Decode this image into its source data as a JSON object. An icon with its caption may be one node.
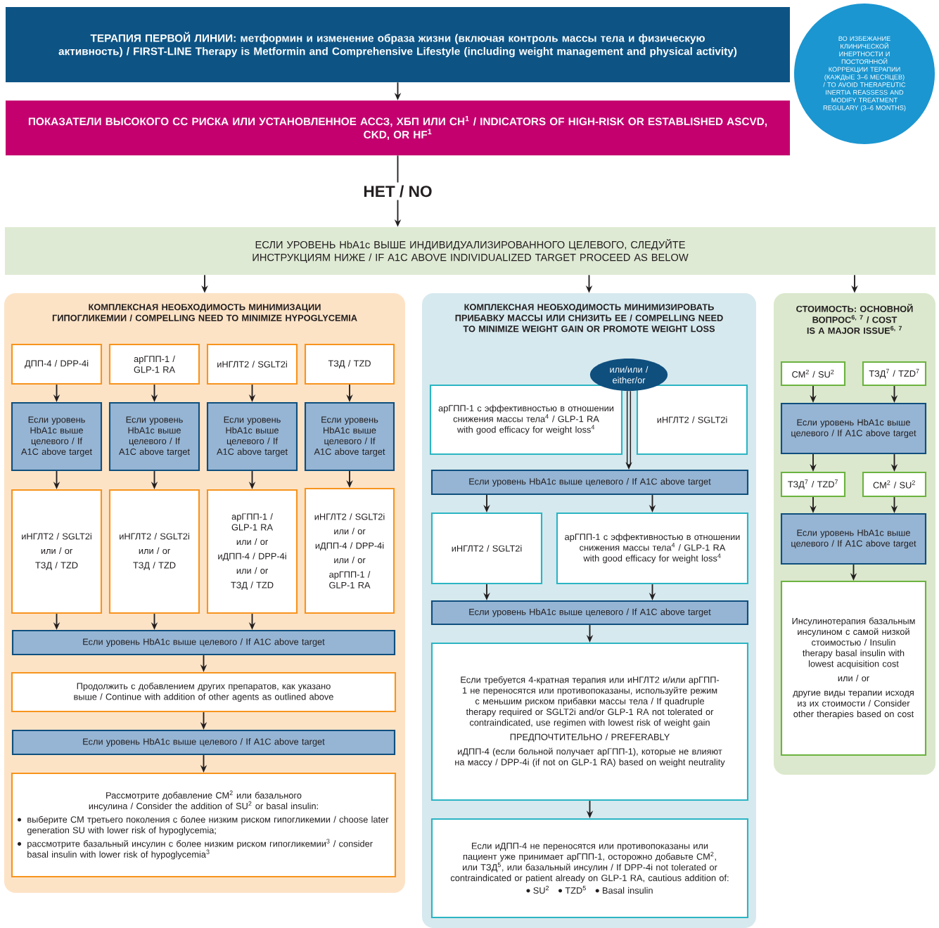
{
  "diagram": {
    "nodes": [
      {
        "text": [
          "ТЕРАПИЯ ПЕРВОЙ ЛИНИИ: метформин и изменение образа жизни (включая контроль массы тела и физическую активность) / FIRST-LINE Therapy is Metformin and Comprehensive Lifestyle (including weight management and physical activity)"
        ]
      },
      {
        "text": [
          "ВО ИЗБЕЖАНИЕ КЛИНИЧЕСКОЙ ИНЕРТНОСТИ И ПОСТОЯННОЙ КОРРЕКЦИИ ТЕРАПИИ (КАЖДЫЕ 3–6 МЕСЯЦЕВ) / TO AVOID THERAPEUTIC INERTIA REASSESS AND MODIFY TREATMENT REGULARY (3–6 MONTHS)"
        ]
      },
      {
        "text": [
          "ПОКАЗАТЕЛИ ВЫСОКОГО СС РИСКА ИЛИ УСТАНОВЛЕННОЕ АССЗ, ХБП ИЛИ СН$^{1}$ / INDICATORS OF HIGH-RISK OR ESTABLISHED ASCVD, CKD, OR HF$^{1}$"
        ]
      },
      {
        "text": [
          "ЕСЛИ УРОВЕНЬ HbA1c ВЫШЕ ИНДИВИДУАЛИЗИРОВАННОГО ЦЕЛЕВОГО, СЛЕДУЙТЕ ИНСТРУКЦИЯМ НИЖЕ / IF A1C ABOVE INDIVIDUALIZED TARGET PROCEED AS BELOW"
        ]
      },
      {
        "text": [
          "КОМПЛЕКСНАЯ НЕОБХОДИМОСТЬ МИНИМИЗАЦИИ ГИПОГЛИКЕМИИ / COMPELLING NEED TO MINIMIZE HYPOGLYCEMIA"
        ]
      },
      {
        "text": [
          "ДПП-4 / DPP-4i"
        ],
        "in": 4
      },
      {
        "text": [
          "арГПП-1 / GLP-1 RA"
        ],
        "in": 4
      },
      {
        "text": [
          "иНГЛТ2 / SGLT2i"
        ],
        "in": 4
      },
      {
        "text": [
          "ТЗД / TZD"
        ],
        "in": 4
      },
      {
        "text": [
          "Если уровень HbA1c выше целевого / If A1C above target"
        ],
        "in": 4
      },
      {
        "text": [
          "Если уровень HbA1c выше целевого / If A1C above target"
        ],
        "in": 4
      },
      {
        "text": [
          "Если уровень HbA1c выше целевого / If A1C above target"
        ],
        "in": 4
      },
      {
        "text": [
          "Если уровень HbA1c выше целевого / If A1C above target"
        ],
        "in": 4
      },
      {
        "text": [
          "иНГЛТ2 / SGLT2i",
          "или / or",
          "ТЗД / TZD"
        ],
        "in": 4
      },
      {
        "text": [
          "иНГЛТ2 / SGLT2i",
          "или / or",
          "ТЗД / TZD"
        ],
        "in": 4
      },
      {
        "text": [
          "арГПП-1 / GLP-1 RA",
          "или / or",
          "иДПП-4 / DPP-4i",
          "или / or",
          "ТЗД / TZD"
        ],
        "in": 4
      },
      {
        "text": [
          "иНГЛТ2 / SGLT2i",
          "или / or",
          "иДПП-4 / DPP-4i",
          "или / or",
          "арГПП-1 / GLP-1 RA"
        ],
        "in": 4
      },
      {
        "text": [
          "Если уровень HbA1c выше целевого / If A1C above target"
        ],
        "in": 4
      },
      {
        "text": [
          "Продолжить с добавлением других препаратов, как указано выше / Continue with addition of other agents as outlined above"
        ],
        "in": 4
      },
      {
        "text": [
          "Если уровень HbA1c выше целевого / If A1C above target"
        ],
        "in": 4
      },
      {
        "text": [
          "Рассмотрите добавление СМ$^{2}$ или базального инсулина / Consider the addition of SU$^{2}$ or basal insulin:",
          "выберите СМ третьего поколения с более низким риском гипогликемии / choose later generation SU with lower risk of hypoglycemia;",
          "рассмотрите базальный инсулин с более низким риском гипогликемии$^{3}$ / consider basal insulin with lower risk of hypoglycemia$^{3}$"
        ],
        "in": 4
      },
      {
        "text": [
          "КОМПЛЕКСНАЯ НЕОБХОДИМОСТЬ МИНИМИЗИРОВАТЬ ПРИБАВКУ МАССЫ ИЛИ СНИЗИТЬ ЕЕ / COMPELLING NEED TO MINIMIZE WEIGHT GAIN OR PROMOTE WEIGHT LOSS"
        ]
      },
      {
        "text": [
          "или/или / either/or"
        ],
        "in": 21
      },
      {
        "text": [
          "арГПП-1 с эффективностью в отношении снижения массы тела$^{4}$ / GLP-1 RA with good efficacy for weight loss$^{4}$"
        ],
        "in": 21
      },
      {
        "text": [
          "иНГЛТ2 / SGLT2i"
        ],
        "in": 21
      },
      {
        "text": [
          "Если уровень HbA1c выше целевого / If A1C above target"
        ],
        "in": 21
      },
      {
        "text": [
          "иНГЛТ2 / SGLT2i"
        ],
        "in": 21
      },
      {
        "text": [
          "арГПП-1 с эффективностью в отношении снижения массы тела$^{4}$ / GLP-1 RA with good efficacy for weight loss$^{4}$"
        ],
        "in": 21
      },
      {
        "text": [
          "Если уровень HbA1c выше целевого / If A1C above target"
        ],
        "in": 21
      },
      {
        "text": [
          "Если требуется 4-кратная терапия или иНГЛТ2 и/или арГПП-1 не переносятся или противопоказаны, используйте режим с меньшим риском прибавки массы тела / If quadruple therapy required or SGLT2i and/or GLP-1 RA not tolerated or contraindicated, use regimen with lowest risk of weight gain",
          "ПРЕДПОЧТИТЕЛЬНО / PREFERABLY",
          "иДПП-4 (если больной получает арГПП-1), которые не влияют на массу / DPP-4i (if not on GLP-1 RA) based on weight neutrality"
        ],
        "in": 21
      },
      {
        "text": [
          "Если иДПП-4 не переносятся или противопоказаны или пациент уже принимает арГПП-1, осторожно добавьте СМ$^{2}$, или ТЗД$^{5}$, или базальный инсулин / If DPP-4i not tolerated or contraindicated or patient already on GLP-1 RA, cautious addition of:",
          "SU$^{2}$",
          "TZD$^{5}$",
          "Basal insulin"
        ],
        "in": 21
      },
      {
        "text": [
          "СТОИМОСТЬ: ОСНОВНОЙ ВОПРОС$^{6, 7}$ / COST IS A MAJOR ISSUE$^{6, 7}$"
        ]
      },
      {
        "text": [
          "СМ$^{2}$ / SU$^{2}$"
        ],
        "in": 31
      },
      {
        "text": [
          "ТЗД$^{7}$ / TZD$^{7}$"
        ],
        "in": 31
      },
      {
        "text": [
          "Если уровень HbA1c выше целевого / If A1C above target"
        ],
        "in": 31
      },
      {
        "text": [
          "ТЗД$^{7}$ / TZD$^{7}$"
        ],
        "in": 31
      },
      {
        "text": [
          "СМ$^{2}$ / SU$^{2}$"
        ],
        "in": 31
      },
      {
        "text": [
          "Если уровень HbA1c выше целевого / If A1C above target"
        ],
        "in": 31
      },
      {
        "text": [
          "Инсулинотерапия базальным инсулином с самой низкой стоимостью / Insulin therapy basal insulin with lowest acquisition cost",
          "или / or",
          "другие виды терапии исходя из их стоимости / Consider other therapies based on cost"
        ],
        "in": 31
      }
    ],
    "edges": [
      {
        "from": 0,
        "to": 2,
        "arrow": "to"
      },
      {
        "from": 2,
        "to": 3,
        "arrow": "to",
        "label": "НЕТ / NO"
      },
      {
        "from": 3,
        "to": 4,
        "arrow": "to"
      },
      {
        "from": 3,
        "to": 21,
        "arrow": "to"
      },
      {
        "from": 3,
        "to": 31,
        "arrow": "to"
      },
      {
        "from": 5,
        "to": 9,
        "arrow": "to"
      },
      {
        "from": 6,
        "to": 10,
        "arrow": "to"
      },
      {
        "from": 7,
        "to": 11,
        "arrow": "to"
      },
      {
        "from": 8,
        "to": 12,
        "arrow": "to"
      },
      {
        "from": 9,
        "to": 13,
        "arrow": "to"
      },
      {
        "from": 10,
        "to": 14,
        "arrow": "to"
      },
      {
        "from": 11,
        "to": 15,
        "arrow": "to"
      },
      {
        "from": 12,
        "to": 16,
        "arrow": "to"
      },
      {
        "from": 13,
        "to": 17,
        "arrow": "to"
      },
      {
        "from": 14,
        "to": 17,
        "arrow": "to"
      },
      {
        "from": 15,
        "to": 17,
        "arrow": "to"
      },
      {
        "from": 17,
        "to": 18,
        "arrow": "to"
      },
      {
        "from": 18,
        "to": 19,
        "arrow": "to"
      },
      {
        "from": 19,
        "to": 20,
        "arrow": "to"
      },
      {
        "from": 22,
        "to": 25,
        "arrow": "to",
        "style": "thick"
      },
      {
        "from": 25,
        "to": 26,
        "arrow": "to"
      },
      {
        "from": 25,
        "to": 27,
        "arrow": "to"
      },
      {
        "from": 26,
        "to": 28,
        "arrow": "to"
      },
      {
        "from": 27,
        "to": 28,
        "arrow": "to"
      },
      {
        "from": 28,
        "to": 29,
        "arrow": "to"
      },
      {
        "from": 29,
        "to": 30,
        "arrow": "to"
      },
      {
        "from": 32,
        "to": 34,
        "arrow": "to"
      },
      {
        "from": 33,
        "to": 34,
        "arrow": "to"
      },
      {
        "from": 34,
        "to": 35,
        "arrow": "to"
      },
      {
        "from": 34,
        "to": 36,
        "arrow": "to"
      },
      {
        "from": 35,
        "to": 37,
        "arrow": "to"
      },
      {
        "from": 36,
        "to": 37,
        "arrow": "to"
      },
      {
        "from": 37,
        "to": 38,
        "arrow": "to"
      }
    ]
  }
}
